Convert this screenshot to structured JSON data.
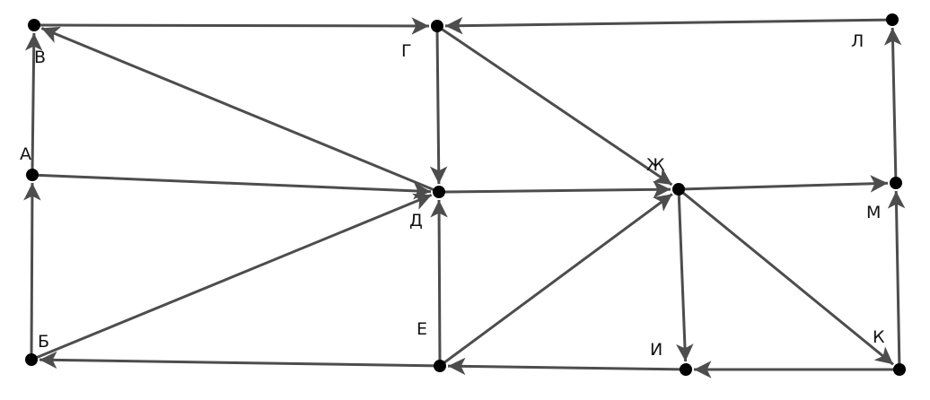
{
  "diagram": {
    "type": "directed-graph",
    "colors": {
      "edge": "#4d4d4d",
      "node": "#000000",
      "label": "#111111"
    },
    "nodes": [
      {
        "id": "A",
        "label": "А"
      },
      {
        "id": "B",
        "label": "Б"
      },
      {
        "id": "V",
        "label": "В"
      },
      {
        "id": "G",
        "label": "Г"
      },
      {
        "id": "D",
        "label": "Д"
      },
      {
        "id": "E",
        "label": "Е"
      },
      {
        "id": "ZH",
        "label": "Ж"
      },
      {
        "id": "I",
        "label": "И"
      },
      {
        "id": "K",
        "label": "К"
      },
      {
        "id": "L",
        "label": "Л"
      },
      {
        "id": "M",
        "label": "М"
      }
    ],
    "edges": [
      {
        "from": "A",
        "to": "V"
      },
      {
        "from": "A",
        "to": "D"
      },
      {
        "from": "B",
        "to": "A"
      },
      {
        "from": "B",
        "to": "D"
      },
      {
        "from": "V",
        "to": "G"
      },
      {
        "from": "D",
        "to": "V"
      },
      {
        "from": "G",
        "to": "D"
      },
      {
        "from": "G",
        "to": "ZH"
      },
      {
        "from": "L",
        "to": "G"
      },
      {
        "from": "D",
        "to": "ZH"
      },
      {
        "from": "E",
        "to": "D"
      },
      {
        "from": "E",
        "to": "B"
      },
      {
        "from": "E",
        "to": "ZH"
      },
      {
        "from": "ZH",
        "to": "M"
      },
      {
        "from": "ZH",
        "to": "I"
      },
      {
        "from": "ZH",
        "to": "K"
      },
      {
        "from": "I",
        "to": "E"
      },
      {
        "from": "K",
        "to": "I"
      },
      {
        "from": "K",
        "to": "M"
      },
      {
        "from": "M",
        "to": "L"
      }
    ]
  }
}
